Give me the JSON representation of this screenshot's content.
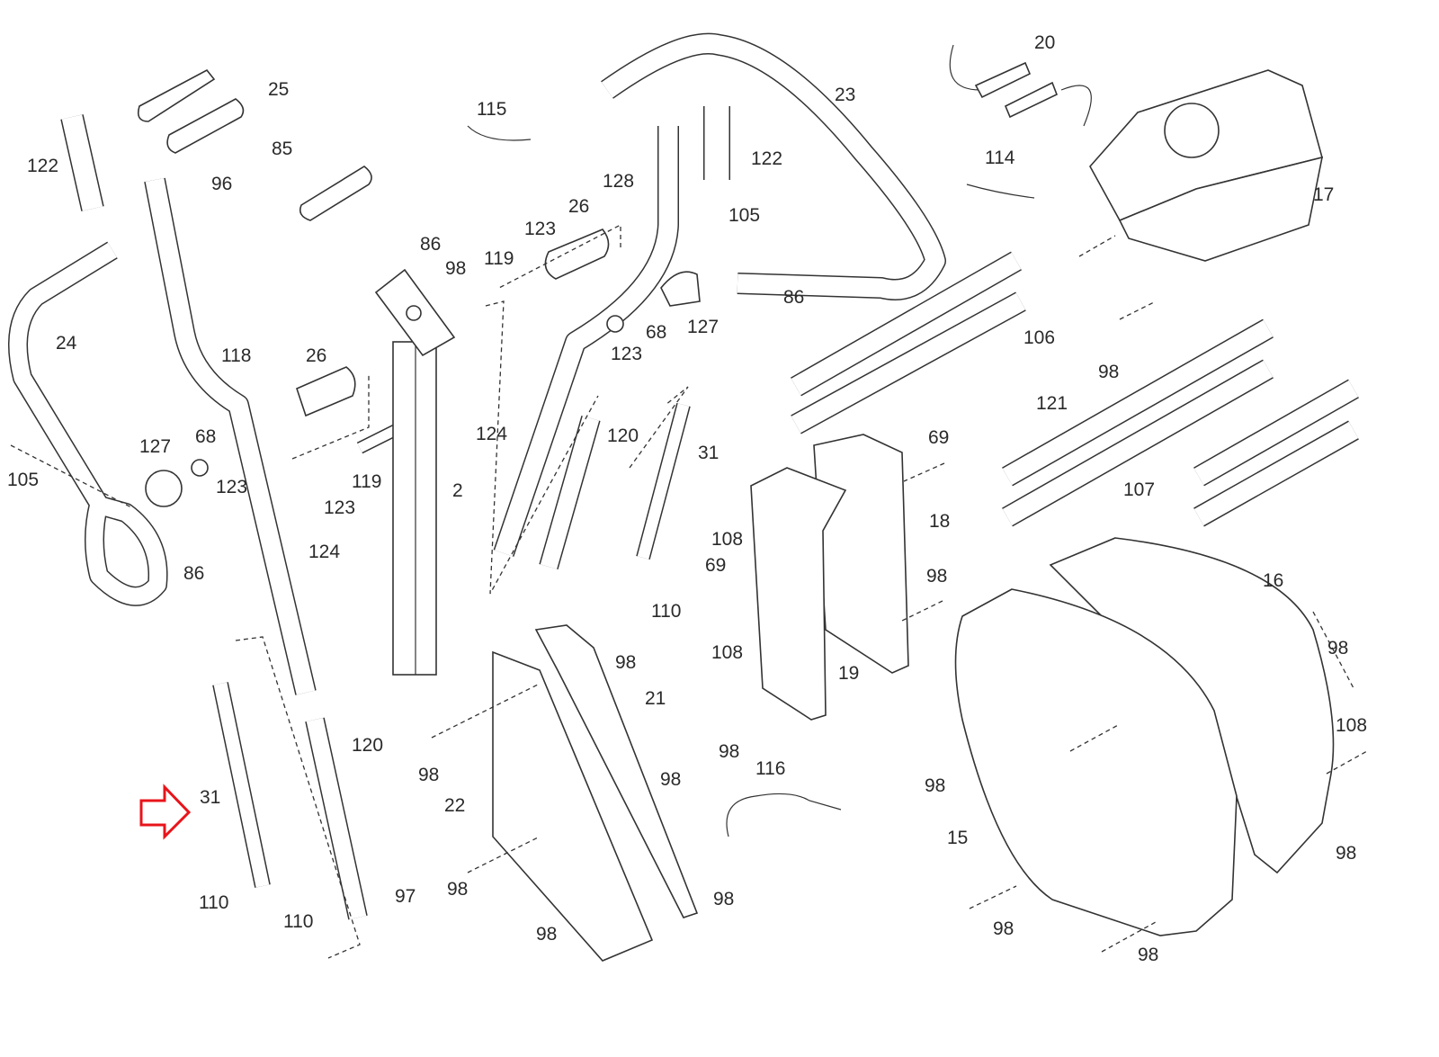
{
  "diagram": {
    "callout_arrow_color": "#e8141b",
    "highlighted_part": "31",
    "part_labels": [
      "25",
      "122",
      "96",
      "85",
      "86",
      "98",
      "115",
      "119",
      "123",
      "26",
      "128",
      "122",
      "23",
      "20",
      "114",
      "17",
      "105",
      "86",
      "68",
      "127",
      "123",
      "106",
      "98",
      "24",
      "118",
      "26",
      "127",
      "68",
      "123",
      "119",
      "2",
      "123",
      "124",
      "105",
      "86",
      "124",
      "120",
      "31",
      "110",
      "69",
      "18",
      "108",
      "69",
      "98",
      "121",
      "107",
      "16",
      "98",
      "108",
      "108",
      "19",
      "98",
      "21",
      "98",
      "116",
      "98",
      "98",
      "98",
      "22",
      "31",
      "120",
      "15",
      "98",
      "97",
      "98",
      "98",
      "110",
      "110",
      "98",
      "98",
      "98"
    ]
  }
}
